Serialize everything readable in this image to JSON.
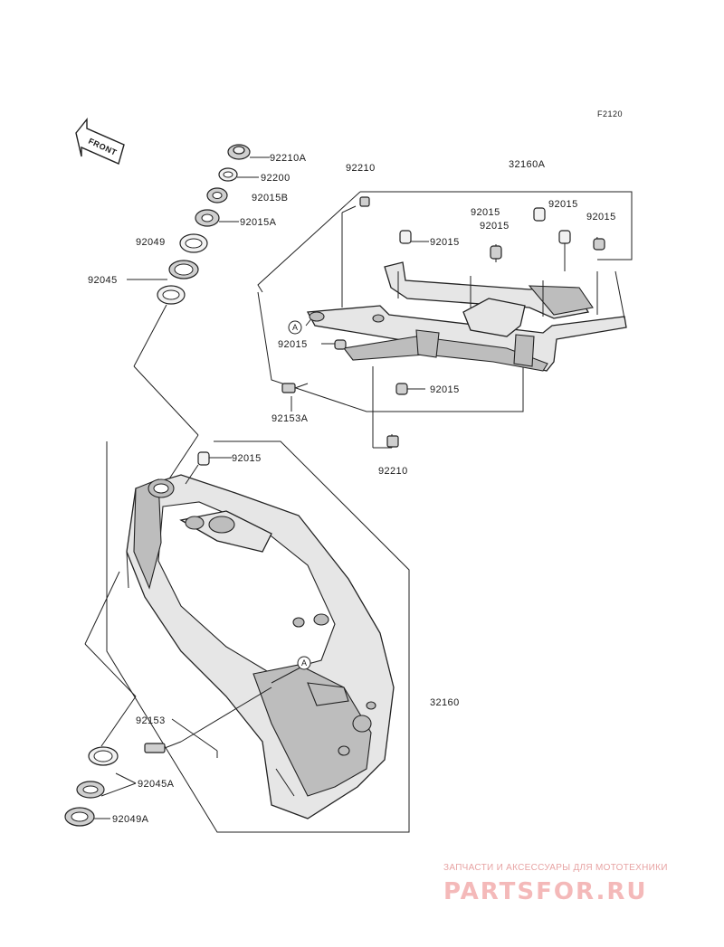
{
  "figure_code": "F2120",
  "front_label": "FRONT",
  "callouts": [
    {
      "id": "92210A",
      "text": "92210A"
    },
    {
      "id": "92200",
      "text": "92200"
    },
    {
      "id": "92015B",
      "text": "92015B"
    },
    {
      "id": "92015A",
      "text": "92015A"
    },
    {
      "id": "92049",
      "text": "92049"
    },
    {
      "id": "92045",
      "text": "92045"
    },
    {
      "id": "92210-top",
      "text": "92210"
    },
    {
      "id": "32160A",
      "text": "32160A"
    },
    {
      "id": "92015-a",
      "text": "92015"
    },
    {
      "id": "92015-b",
      "text": "92015"
    },
    {
      "id": "92015-c",
      "text": "92015"
    },
    {
      "id": "92015-d",
      "text": "92015"
    },
    {
      "id": "92015-e",
      "text": "92015"
    },
    {
      "id": "92015-f",
      "text": "92015"
    },
    {
      "id": "92015-g",
      "text": "92015"
    },
    {
      "id": "92153A",
      "text": "92153A"
    },
    {
      "id": "92210-bottom",
      "text": "92210"
    },
    {
      "id": "92015-h",
      "text": "92015"
    },
    {
      "id": "32160",
      "text": "32160"
    },
    {
      "id": "92153",
      "text": "92153"
    },
    {
      "id": "92045A",
      "text": "92045A"
    },
    {
      "id": "92049A",
      "text": "92049A"
    }
  ],
  "reference_markers": {
    "a1": "A",
    "a2": "A"
  },
  "watermark": {
    "tagline": "ЗАПЧАСТИ И АКСЕССУАРЫ ДЛЯ МОТОТЕХНИКИ",
    "brand": "PARTSFOR.RU",
    "color": "#e58a8a"
  }
}
